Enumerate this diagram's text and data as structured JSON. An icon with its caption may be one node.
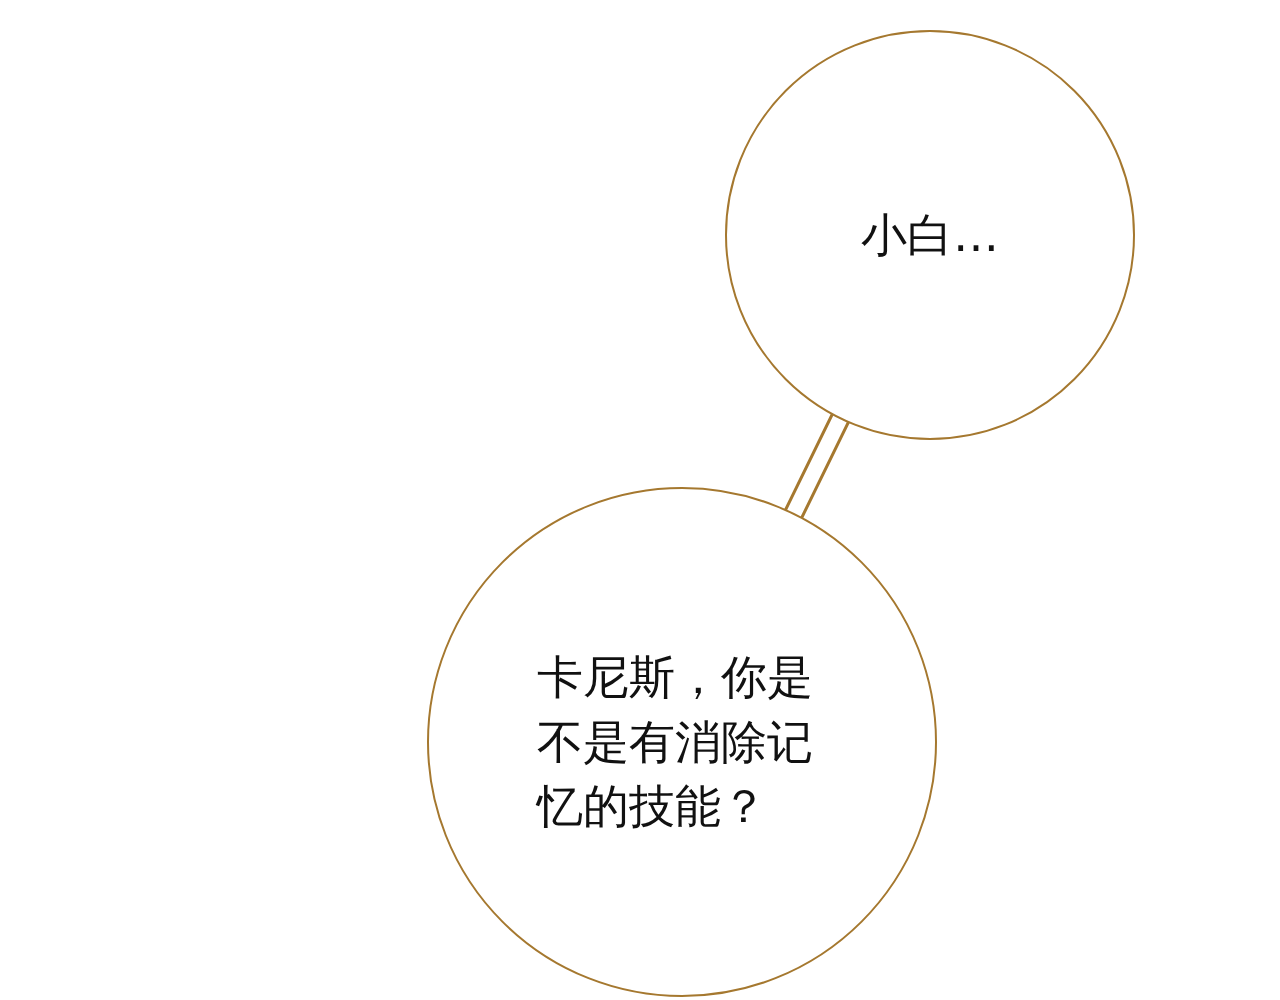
{
  "diagram": {
    "nodes": [
      {
        "text": [
          "小白…"
        ]
      },
      {
        "text": [
          "卡尼斯，你是不是有消除记忆的技能？"
        ]
      }
    ],
    "edges": [
      {
        "from": 1,
        "to": 0,
        "arrow": "none"
      }
    ]
  }
}
